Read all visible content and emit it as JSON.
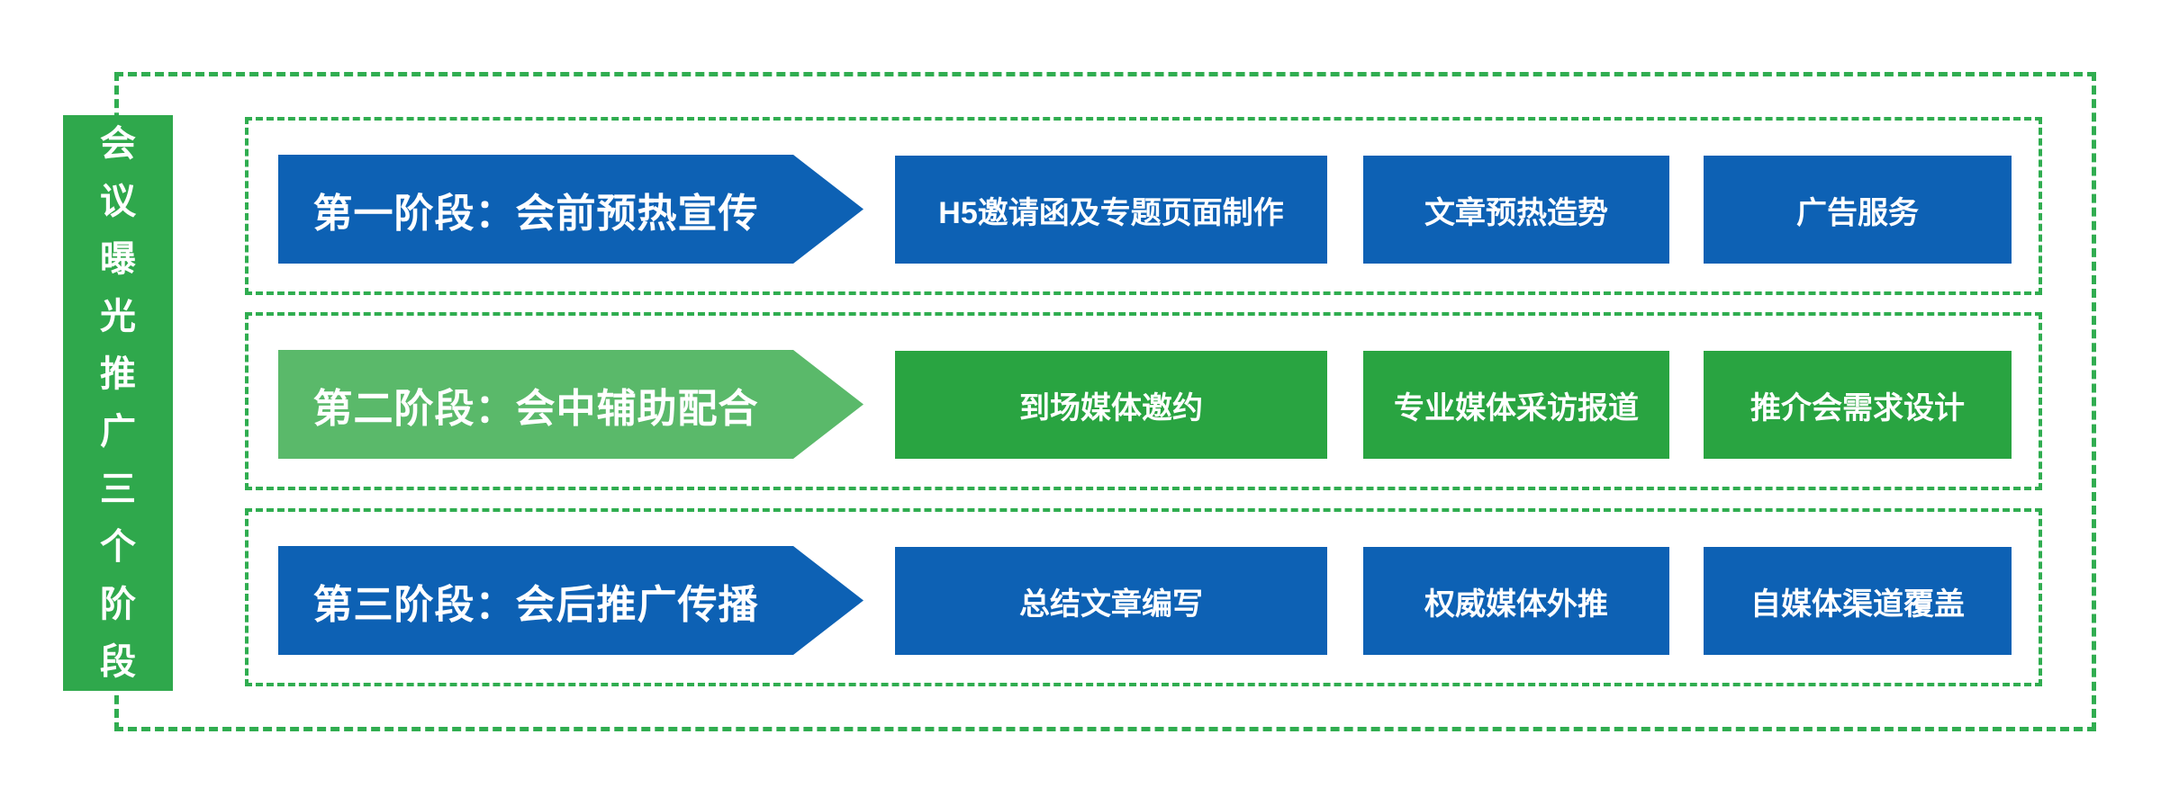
{
  "page": {
    "vertical_title": "会议曝光推广三个阶段"
  },
  "colors": {
    "blue": "#0d61b4",
    "sidebar_green": "#2fa84c",
    "stage2_arrow_green": "#5ab96a",
    "stage2_box_green": "#29a441",
    "dashed_border_green": "#30ad50",
    "text_white": "#ffffff"
  },
  "rows": [
    {
      "phase_label": "第一阶段：会前预热宣传",
      "theme": "blue",
      "items": [
        "H5邀请函及专题页面制作",
        "文章预热造势",
        "广告服务"
      ]
    },
    {
      "phase_label": "第二阶段：会中辅助配合",
      "theme": "green",
      "items": [
        "到场媒体邀约",
        "专业媒体采访报道",
        "推介会需求设计"
      ]
    },
    {
      "phase_label": "第三阶段：会后推广传播",
      "theme": "blue",
      "items": [
        "总结文章编写",
        "权威媒体外推",
        "自媒体渠道覆盖"
      ]
    }
  ]
}
